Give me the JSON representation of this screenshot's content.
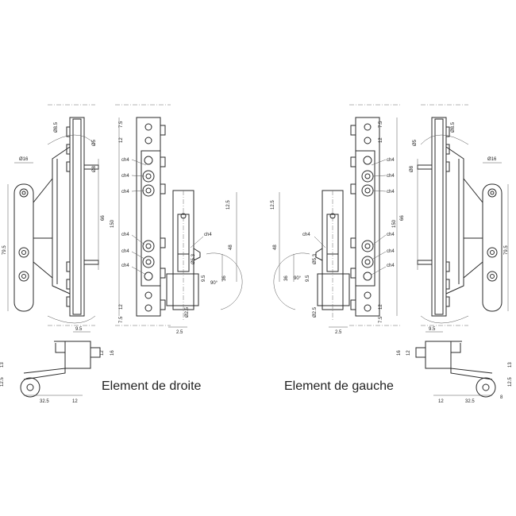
{
  "captions": {
    "right": "Element de droite",
    "left": "Element de gauche"
  },
  "labels": {
    "d16": "Ø16",
    "d8_5": "Ø8.5",
    "d5": "Ø5",
    "d8": "Ø8",
    "d2_5": "Ø2.5",
    "d5_3": "Ø5.3",
    "ch4": "ch4",
    "dim_79_5": "79.5",
    "dim_7_5": "7.5",
    "dim_12": "12",
    "dim_66": "66",
    "dim_150": "150",
    "dim_12_5": "12.5",
    "dim_48": "48",
    "dim_36": "36",
    "dim_90": "90°",
    "dim_9_5": "9.5",
    "dim_2_5": "2.5",
    "dim_16": "16",
    "dim_13": "13",
    "dim_32_5": "32.5",
    "dim_8": "8"
  }
}
